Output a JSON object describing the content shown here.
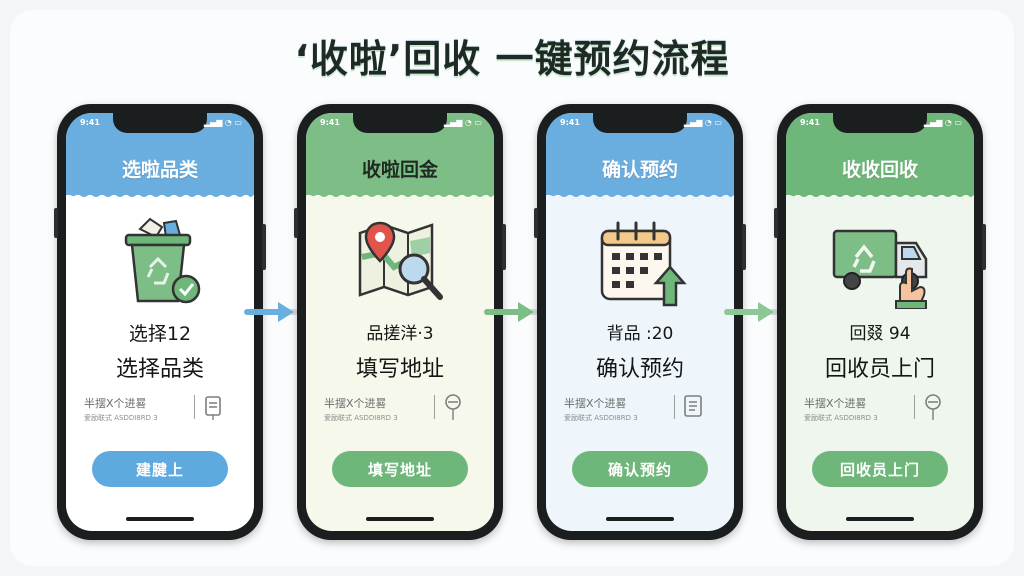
{
  "title": "‘收啦’回收 一键预约流程",
  "colors": {
    "blue": "#6aaee0",
    "green": "#7dbd86",
    "blue_btn": "#5ea9de",
    "green_btn": "#6fb67a"
  },
  "steps": [
    {
      "status_time": "9:41",
      "status_icons": "▂▄▆ ◔ ▭",
      "header": "选啦品类",
      "illus_icon": "recycle-bin-icon",
      "line1": "选择12",
      "line2": "选择品类",
      "meta_a": "半摆X个进晷",
      "meta_b": "爱励联式 ASDDI8RD 3",
      "meta_icon": "clipboard-icon",
      "button": "建腱上"
    },
    {
      "status_time": "9:41",
      "status_icons": "▂▄▆ ◔ ▭",
      "header": "收啦回金",
      "illus_icon": "map-search-icon",
      "line1": "品搓洋·3",
      "line2": "填写地址",
      "meta_a": "半摆X个进晷",
      "meta_b": "爱励联式 ASDDI8RD 3",
      "meta_icon": "signpost-icon",
      "button": "填写地址"
    },
    {
      "status_time": "9:41",
      "status_icons": "▂▄▆ ◔ ▭",
      "header": "确认预约",
      "illus_icon": "calendar-upload-icon",
      "line1": "背品 :20",
      "line2": "确认预约",
      "meta_a": "半摆X个进晷",
      "meta_b": "爱励联式 ASDDI8RD 3",
      "meta_icon": "checklist-icon",
      "button": "确认预约"
    },
    {
      "status_time": "9:41",
      "status_icons": "▂▄▆ ◔ ▭",
      "header": "收收回收",
      "illus_icon": "recycle-truck-icon",
      "line1": "回叕 94",
      "line2": "回收员上门",
      "meta_a": "半摆X个进晷",
      "meta_b": "爱励联式 ASDDI8RD 3",
      "meta_icon": "signpost-icon",
      "button": "回收员上门"
    }
  ]
}
